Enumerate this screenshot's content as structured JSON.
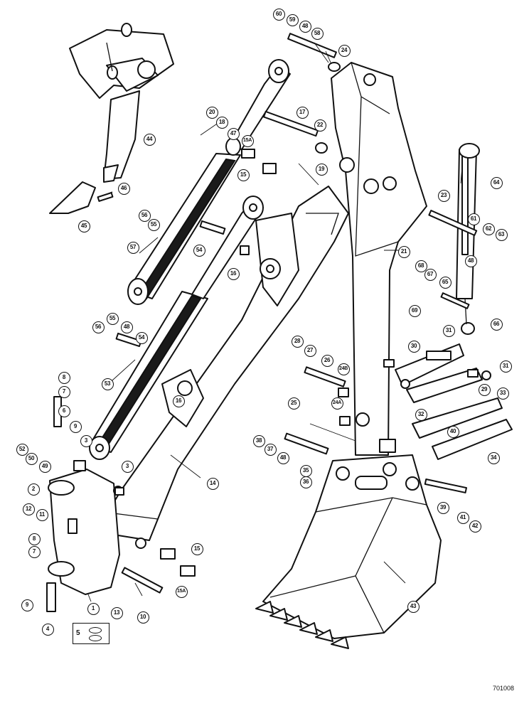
{
  "callouts": [
    {
      "id": "c60",
      "label": "60"
    },
    {
      "id": "c59",
      "label": "59"
    },
    {
      "id": "c48a",
      "label": "48"
    },
    {
      "id": "c58",
      "label": "58"
    },
    {
      "id": "c24a",
      "label": "24"
    },
    {
      "id": "c20",
      "label": "20"
    },
    {
      "id": "c18",
      "label": "18"
    },
    {
      "id": "c17",
      "label": "17"
    },
    {
      "id": "c47",
      "label": "47"
    },
    {
      "id": "c22",
      "label": "22"
    },
    {
      "id": "c15Aa",
      "label": "15A"
    },
    {
      "id": "c15a",
      "label": "15"
    },
    {
      "id": "c19",
      "label": "19"
    },
    {
      "id": "c44",
      "label": "44"
    },
    {
      "id": "c46",
      "label": "46"
    },
    {
      "id": "c45",
      "label": "45"
    },
    {
      "id": "c56a",
      "label": "56"
    },
    {
      "id": "c55a",
      "label": "55"
    },
    {
      "id": "c57",
      "label": "57"
    },
    {
      "id": "c54a",
      "label": "54"
    },
    {
      "id": "c16a",
      "label": "16"
    },
    {
      "id": "c64",
      "label": "64"
    },
    {
      "id": "c23",
      "label": "23"
    },
    {
      "id": "c61",
      "label": "61"
    },
    {
      "id": "c62",
      "label": "62"
    },
    {
      "id": "c63",
      "label": "63"
    },
    {
      "id": "c48b",
      "label": "48"
    },
    {
      "id": "c21",
      "label": "21"
    },
    {
      "id": "c68",
      "label": "68"
    },
    {
      "id": "c67",
      "label": "67"
    },
    {
      "id": "c65",
      "label": "65"
    },
    {
      "id": "c69",
      "label": "69"
    },
    {
      "id": "c31a",
      "label": "31"
    },
    {
      "id": "c66",
      "label": "66"
    },
    {
      "id": "c30",
      "label": "30"
    },
    {
      "id": "c31b",
      "label": "31"
    },
    {
      "id": "c29",
      "label": "29"
    },
    {
      "id": "c33",
      "label": "33"
    },
    {
      "id": "c32",
      "label": "32"
    },
    {
      "id": "c40",
      "label": "40"
    },
    {
      "id": "c34",
      "label": "34"
    },
    {
      "id": "c56b",
      "label": "56"
    },
    {
      "id": "c55b",
      "label": "55"
    },
    {
      "id": "c48c",
      "label": "48"
    },
    {
      "id": "c54b",
      "label": "54"
    },
    {
      "id": "c28",
      "label": "28"
    },
    {
      "id": "c27",
      "label": "27"
    },
    {
      "id": "c26",
      "label": "26"
    },
    {
      "id": "c24B",
      "label": "24B"
    },
    {
      "id": "c24A",
      "label": "24A"
    },
    {
      "id": "c25",
      "label": "25"
    },
    {
      "id": "c8a",
      "label": "8"
    },
    {
      "id": "c7a",
      "label": "7"
    },
    {
      "id": "c6",
      "label": "6"
    },
    {
      "id": "c9a",
      "label": "9"
    },
    {
      "id": "c53",
      "label": "53"
    },
    {
      "id": "c16b",
      "label": "16"
    },
    {
      "id": "c52",
      "label": "52"
    },
    {
      "id": "c50",
      "label": "50"
    },
    {
      "id": "c49",
      "label": "49"
    },
    {
      "id": "c3a",
      "label": "3"
    },
    {
      "id": "c3b",
      "label": "3"
    },
    {
      "id": "c2",
      "label": "2"
    },
    {
      "id": "c14",
      "label": "14"
    },
    {
      "id": "c12",
      "label": "12"
    },
    {
      "id": "c11",
      "label": "11"
    },
    {
      "id": "c8b",
      "label": "8"
    },
    {
      "id": "c7b",
      "label": "7"
    },
    {
      "id": "c9b",
      "label": "9"
    },
    {
      "id": "c4",
      "label": "4"
    },
    {
      "id": "c1",
      "label": "1"
    },
    {
      "id": "c13",
      "label": "13"
    },
    {
      "id": "c10",
      "label": "10"
    },
    {
      "id": "c15b",
      "label": "15"
    },
    {
      "id": "c15Ab",
      "label": "15A"
    },
    {
      "id": "c38",
      "label": "38"
    },
    {
      "id": "c37",
      "label": "37"
    },
    {
      "id": "c48d",
      "label": "48"
    },
    {
      "id": "c35",
      "label": "35"
    },
    {
      "id": "c36",
      "label": "36"
    },
    {
      "id": "c39",
      "label": "39"
    },
    {
      "id": "c41",
      "label": "41"
    },
    {
      "id": "c42",
      "label": "42"
    },
    {
      "id": "c43",
      "label": "43"
    }
  ],
  "shim_box": {
    "label": "5"
  },
  "figure_code": "701008"
}
